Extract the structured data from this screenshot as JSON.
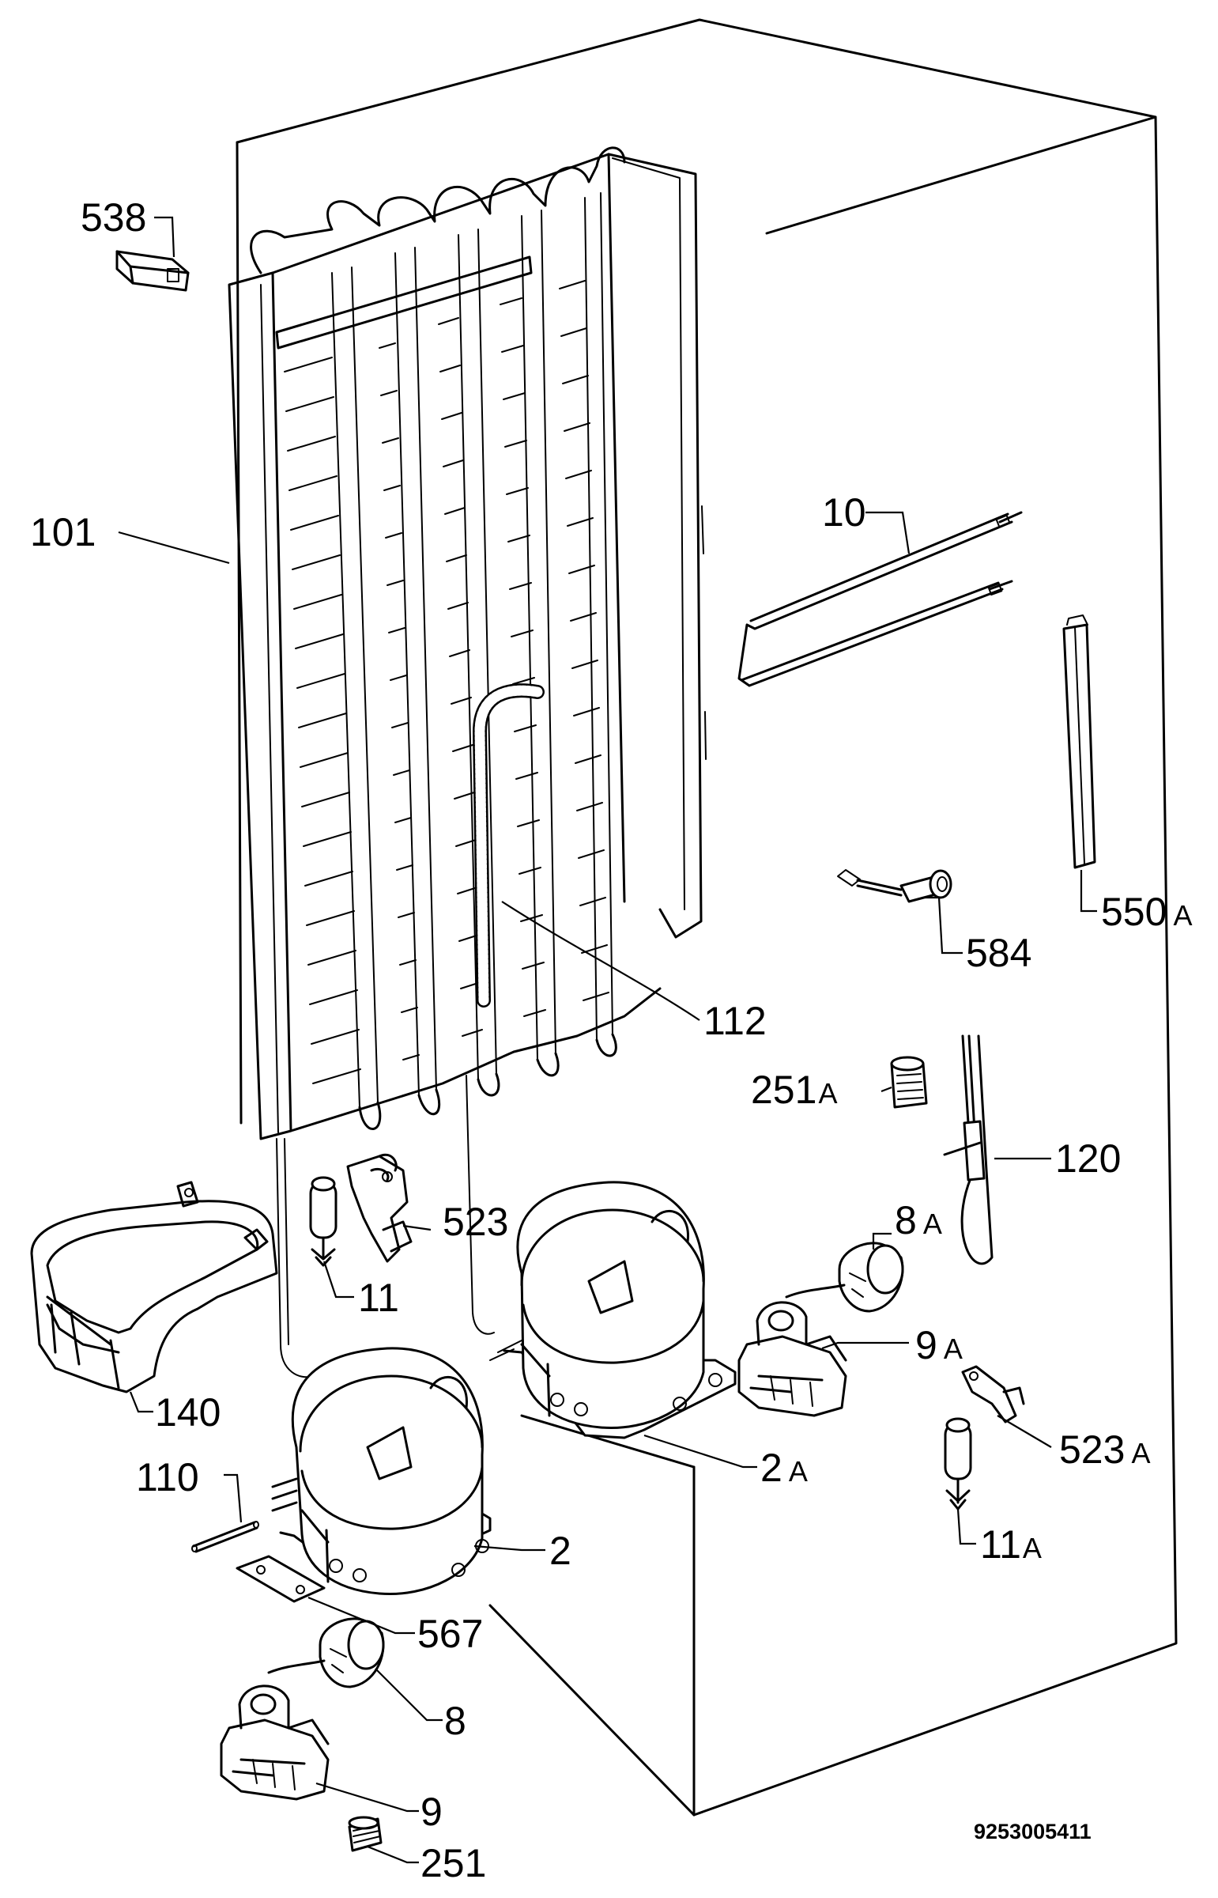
{
  "labels": {
    "p538": "538",
    "p101": "101",
    "p10": "10",
    "p550": "550",
    "p550s": "A",
    "p584": "584",
    "p112": "112",
    "p251a": "251",
    "p251as": "A",
    "p120": "120",
    "p523": "523",
    "p8a": "8",
    "p8as": "A",
    "p11": "11",
    "p9a": "9",
    "p9as": "A",
    "p140": "140",
    "p523a": "523",
    "p523as": "A",
    "p2a": "2",
    "p2as": "A",
    "p110": "110",
    "p11a": "11",
    "p11as": "A",
    "p2": "2",
    "p567": "567",
    "p8": "8",
    "p9": "9",
    "p251": "251"
  },
  "document_number": "9253005411"
}
